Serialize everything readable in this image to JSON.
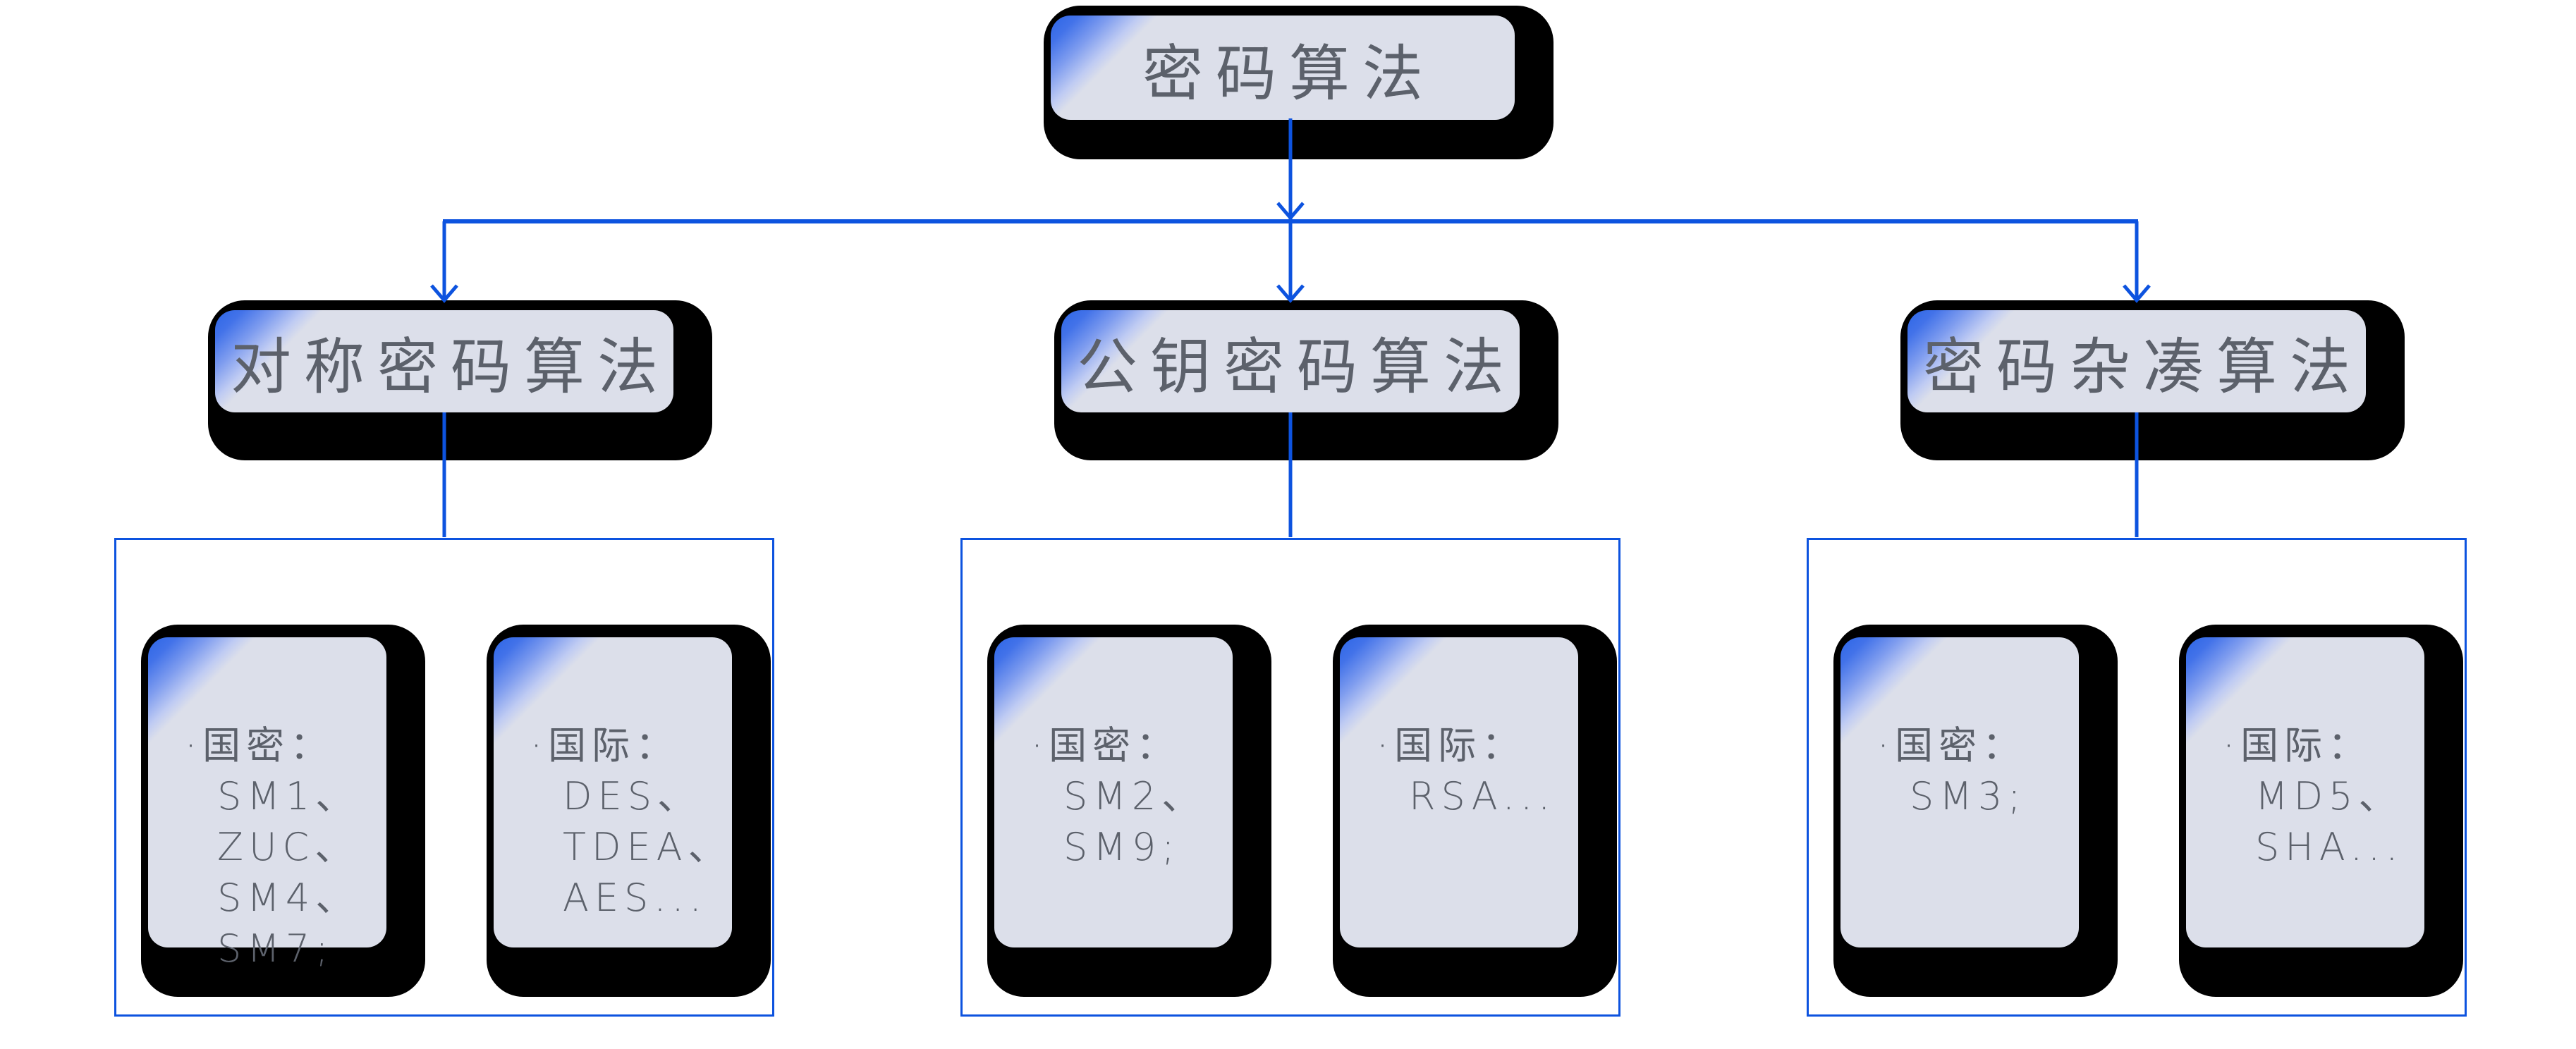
{
  "diagram": {
    "root": {
      "label": "密码算法"
    },
    "branches": [
      {
        "label": "对称密码算法",
        "cards": [
          {
            "lines": [
              "·国密：",
              "SM1、",
              "ZUC、",
              "SM4、",
              "SM7;"
            ]
          },
          {
            "lines": [
              "·国际：",
              "DES、",
              "TDEA、",
              "AES..."
            ]
          }
        ]
      },
      {
        "label": "公钥密码算法",
        "cards": [
          {
            "lines": [
              "·国密：",
              "SM2、",
              "SM9;"
            ]
          },
          {
            "lines": [
              "·国际：",
              "RSA..."
            ]
          }
        ]
      },
      {
        "label": "密码杂凑算法",
        "cards": [
          {
            "lines": [
              "·国密：",
              "SM3;"
            ]
          },
          {
            "lines": [
              "·国际：",
              "MD5、",
              "SHA..."
            ]
          }
        ]
      }
    ]
  },
  "colors": {
    "connector": "#0d53df",
    "card_fill": "#dcdfea",
    "wedge": "#2c66e7",
    "text": "#5c616b",
    "shadow": "#000000"
  }
}
